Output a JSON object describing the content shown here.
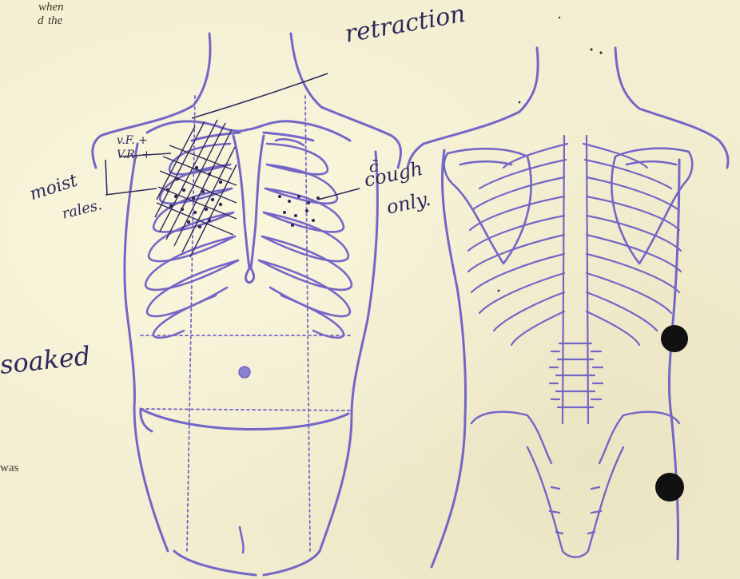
{
  "printed_text": {
    "line1": "when",
    "line2": "the",
    "line2_prefix": "d",
    "lower": "was"
  },
  "annotations": {
    "retraction": "retraction",
    "vf": "v.F. +",
    "vr": "V.R. +",
    "moist": "moist",
    "rales": "rales.",
    "c_bar": "c̄",
    "cough": "cough",
    "only": "only.",
    "soaked": "soaked"
  },
  "colors": {
    "paper": "#f3eed1",
    "ink_stamp": "#7466c6",
    "ink_pen": "#2b2a5a",
    "marker": "#111111"
  }
}
